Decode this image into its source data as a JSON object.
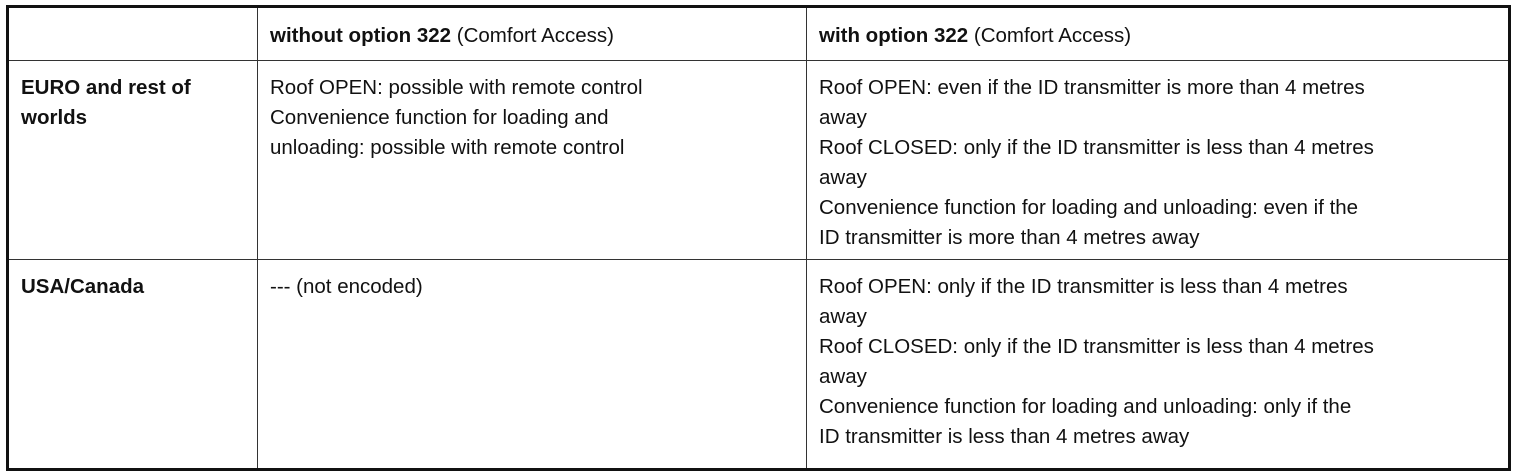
{
  "header": {
    "corner": "",
    "col_without": {
      "bold": "without option 322",
      "rest": " (Comfort Access)"
    },
    "col_with": {
      "bold": "with option 322",
      "rest": " (Comfort Access)"
    }
  },
  "rows": [
    {
      "label": "EURO and rest of worlds",
      "without": [
        "Roof OPEN: possible with remote control",
        "Convenience function for loading and",
        "unloading: possible with remote control"
      ],
      "with": [
        "Roof OPEN: even if the ID transmitter is more than 4 metres",
        "away",
        "Roof CLOSED: only if the ID transmitter is less than 4 metres",
        "away",
        "Convenience function for loading and unloading: even if the",
        "ID transmitter is more than 4 metres away"
      ]
    },
    {
      "label": "USA/Canada",
      "without": [
        "--- (not encoded)"
      ],
      "with": [
        "Roof OPEN: only if the ID transmitter is less than 4 metres",
        "away",
        "Roof CLOSED: only if the ID transmitter is less than 4 metres",
        "away",
        "Convenience function for loading and unloading: only if the",
        "ID transmitter is less than 4 metres away"
      ]
    }
  ]
}
